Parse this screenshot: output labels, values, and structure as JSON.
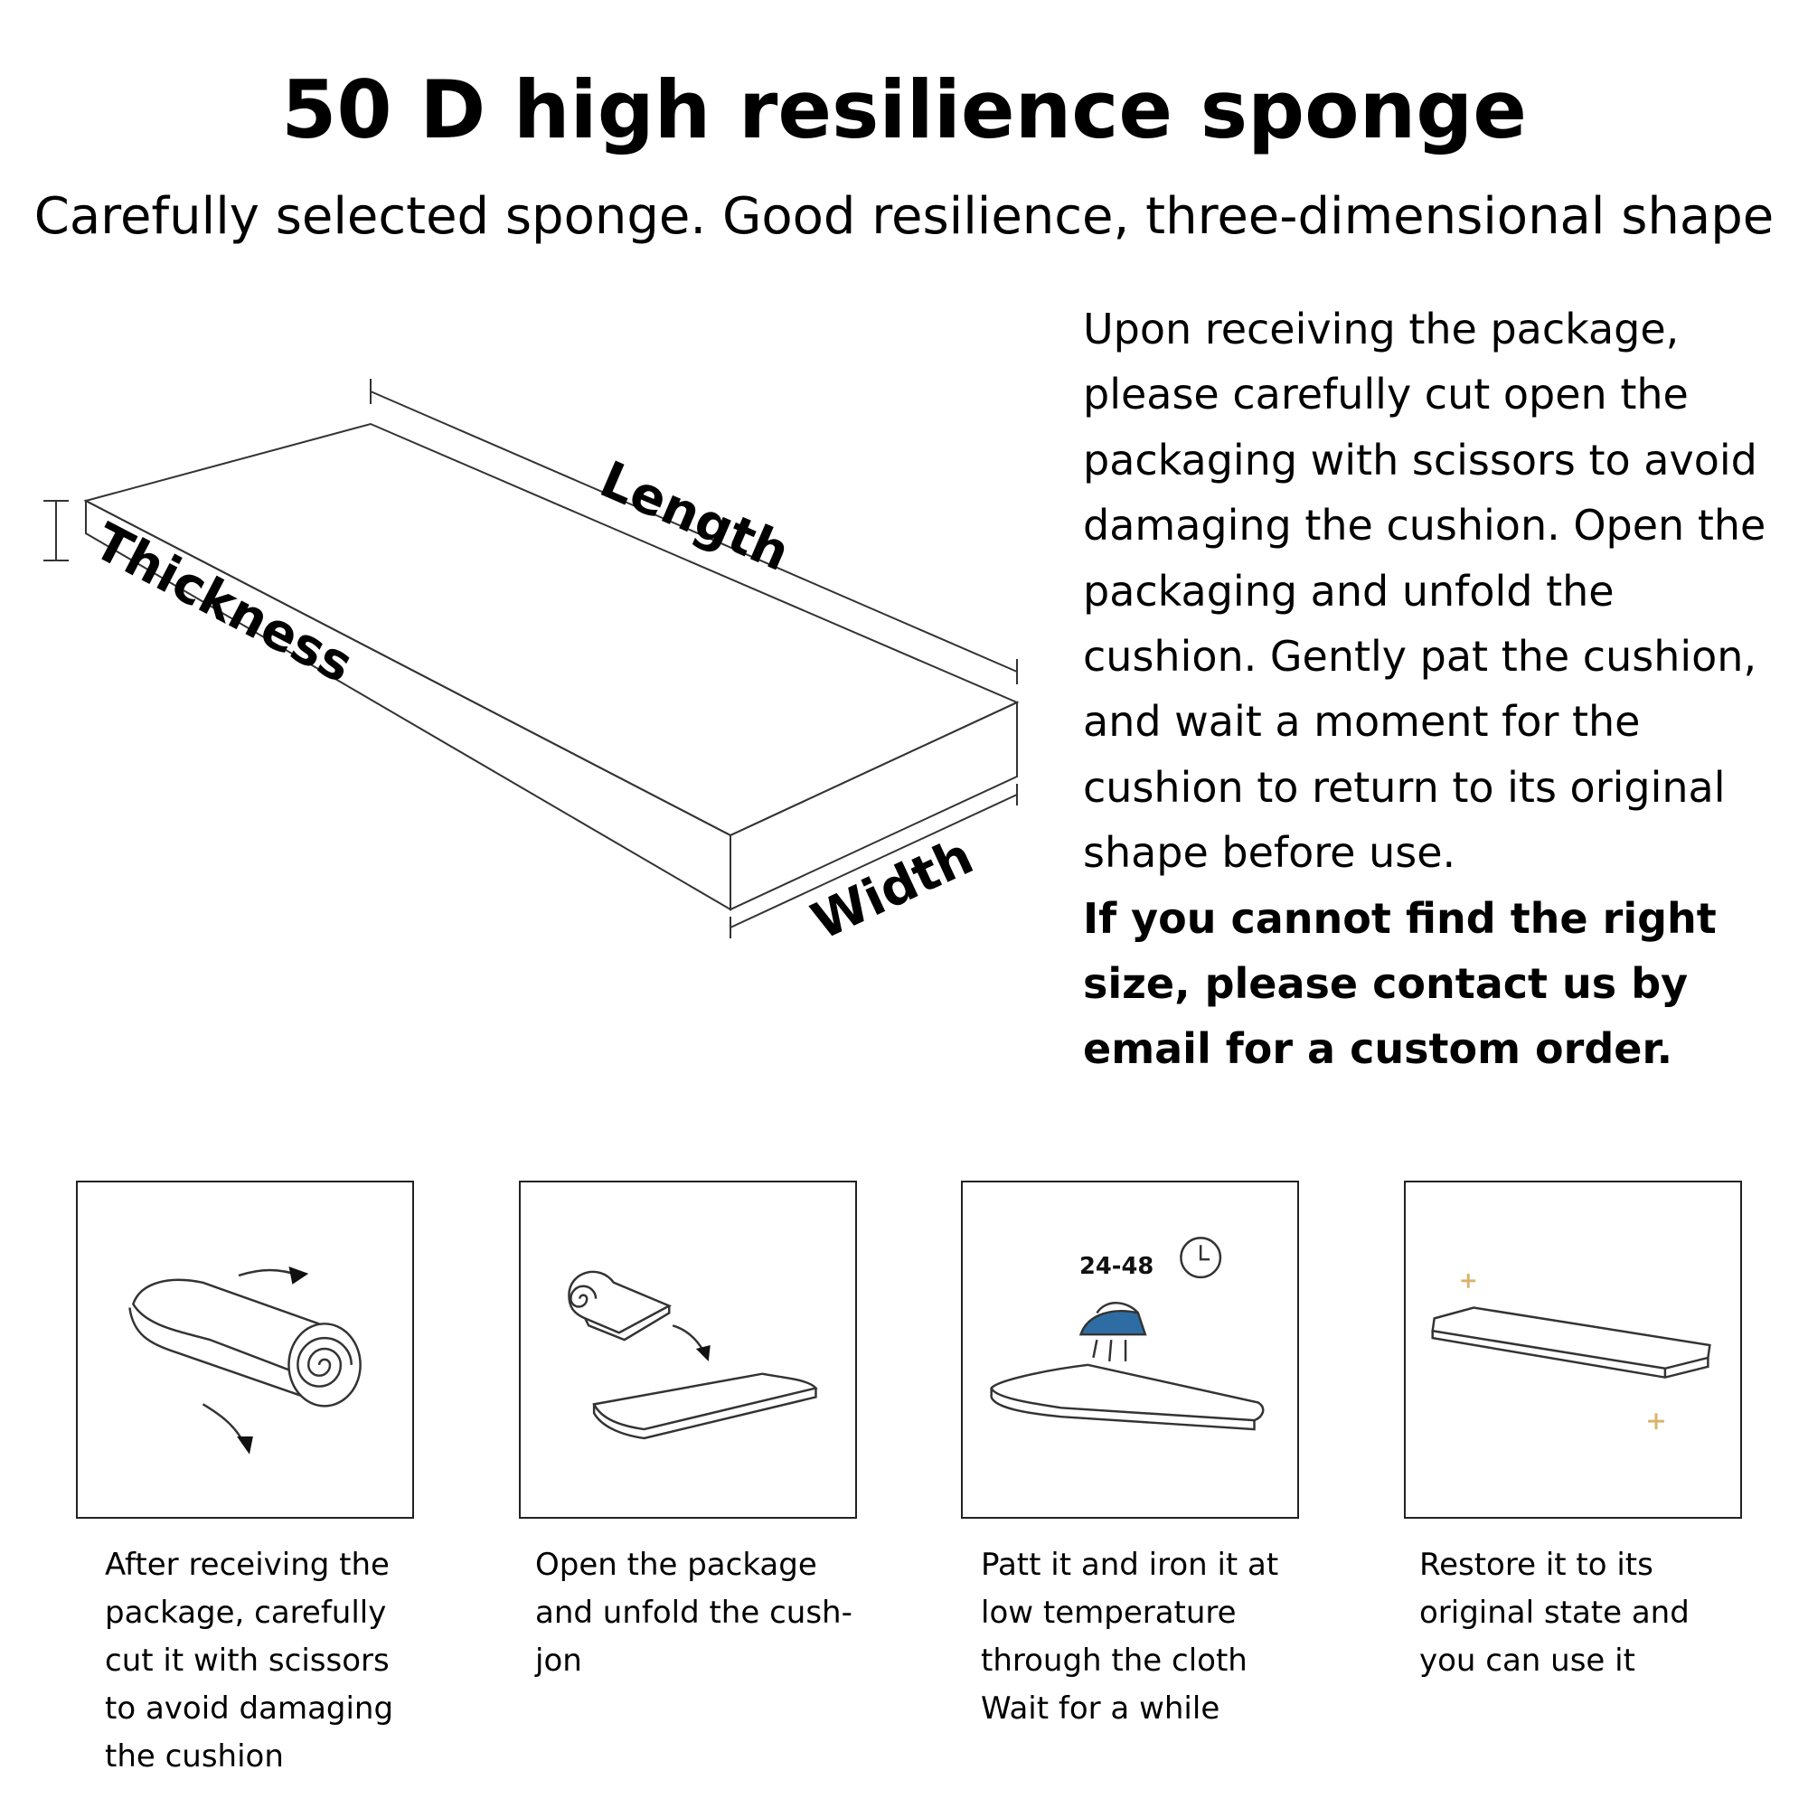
{
  "header": {
    "title": "50 D high resilience sponge",
    "subtitle": "Carefully selected sponge. Good resilience, three-dimensional shape"
  },
  "diagram": {
    "length_label": "Length",
    "thickness_label": "Thickness",
    "width_label": "Width"
  },
  "instructions": {
    "paragraph_1": "Upon receiving the package, please carefully cut open the packaging with scissors to avoid damaging the cushion. Open the packaging and unfold the cushion. Gently pat the cushion,",
    "paragraph_2": "and wait a moment for the cushion to return to its original shape before use.",
    "notice": "If you cannot find the right size, please contact us by email for a custom order."
  },
  "steps": [
    {
      "icon": "rolled-cushion-icon",
      "caption": "After receiving the\npackage, carefully\ncut it with scissors\nto avoid damaging\nthe cushion"
    },
    {
      "icon": "unfold-cushion-icon",
      "caption": "Open the package\nand unfold the cush-\njon"
    },
    {
      "icon": "iron-cushion-icon",
      "timer_text": "24-48",
      "caption": "Patt it and iron it at\nlow temperature\nthrough the cloth\nWait for a while"
    },
    {
      "icon": "restored-cushion-icon",
      "caption": "Restore it to its\noriginal state and\nyou can use it"
    }
  ]
}
